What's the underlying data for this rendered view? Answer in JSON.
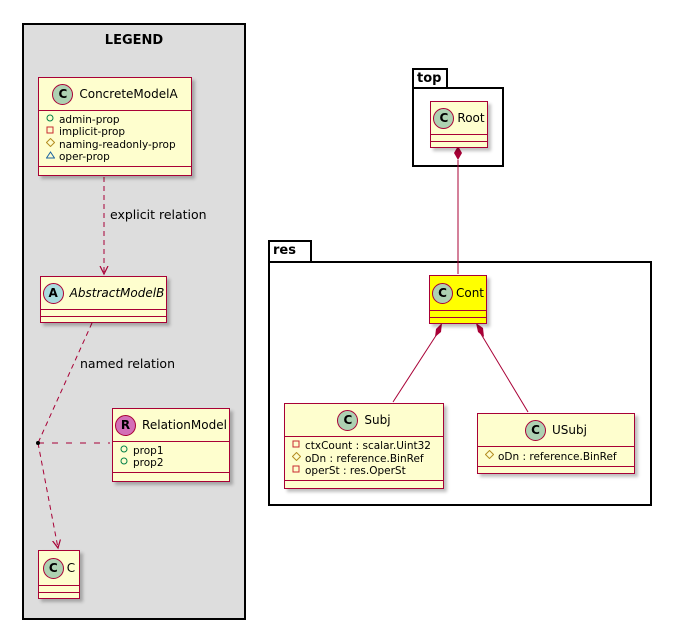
{
  "legend": {
    "title": "LEGEND",
    "concrete": {
      "name": "ConcreteModelA",
      "stereo": "C",
      "attrs": [
        {
          "vis": "+",
          "text": "admin-prop"
        },
        {
          "vis": "-",
          "text": "implicit-prop"
        },
        {
          "vis": "#",
          "text": "naming-readonly-prop"
        },
        {
          "vis": "~",
          "text": "oper-prop"
        }
      ]
    },
    "abstract": {
      "name": "AbstractModelB",
      "stereo": "A"
    },
    "relation_model": {
      "name": "RelationModel",
      "stereo": "R",
      "attrs": [
        {
          "vis": "+",
          "text": "prop1"
        },
        {
          "vis": "+",
          "text": "prop2"
        }
      ]
    },
    "c": {
      "name": "C",
      "stereo": "C"
    },
    "explicit_label": "explicit relation",
    "named_label": "named relation"
  },
  "top": {
    "package": "top",
    "root": {
      "name": "Root",
      "stereo": "C"
    }
  },
  "res": {
    "package": "res",
    "cont": {
      "name": "Cont",
      "stereo": "C"
    },
    "subj": {
      "name": "Subj",
      "stereo": "C",
      "attrs": [
        {
          "vis": "-",
          "text": "ctxCount : scalar.Uint32"
        },
        {
          "vis": "#",
          "text": "oDn : reference.BinRef"
        },
        {
          "vis": "-",
          "text": "operSt : res.OperSt"
        }
      ]
    },
    "usubj": {
      "name": "USubj",
      "stereo": "C",
      "attrs": [
        {
          "vis": "#",
          "text": "oDn : reference.BinRef"
        }
      ]
    }
  },
  "colors": {
    "class_fill": "#fefece",
    "class_border": "#a80036",
    "highlight_fill": "#ffff00",
    "legend_bg": "#dddddd"
  }
}
